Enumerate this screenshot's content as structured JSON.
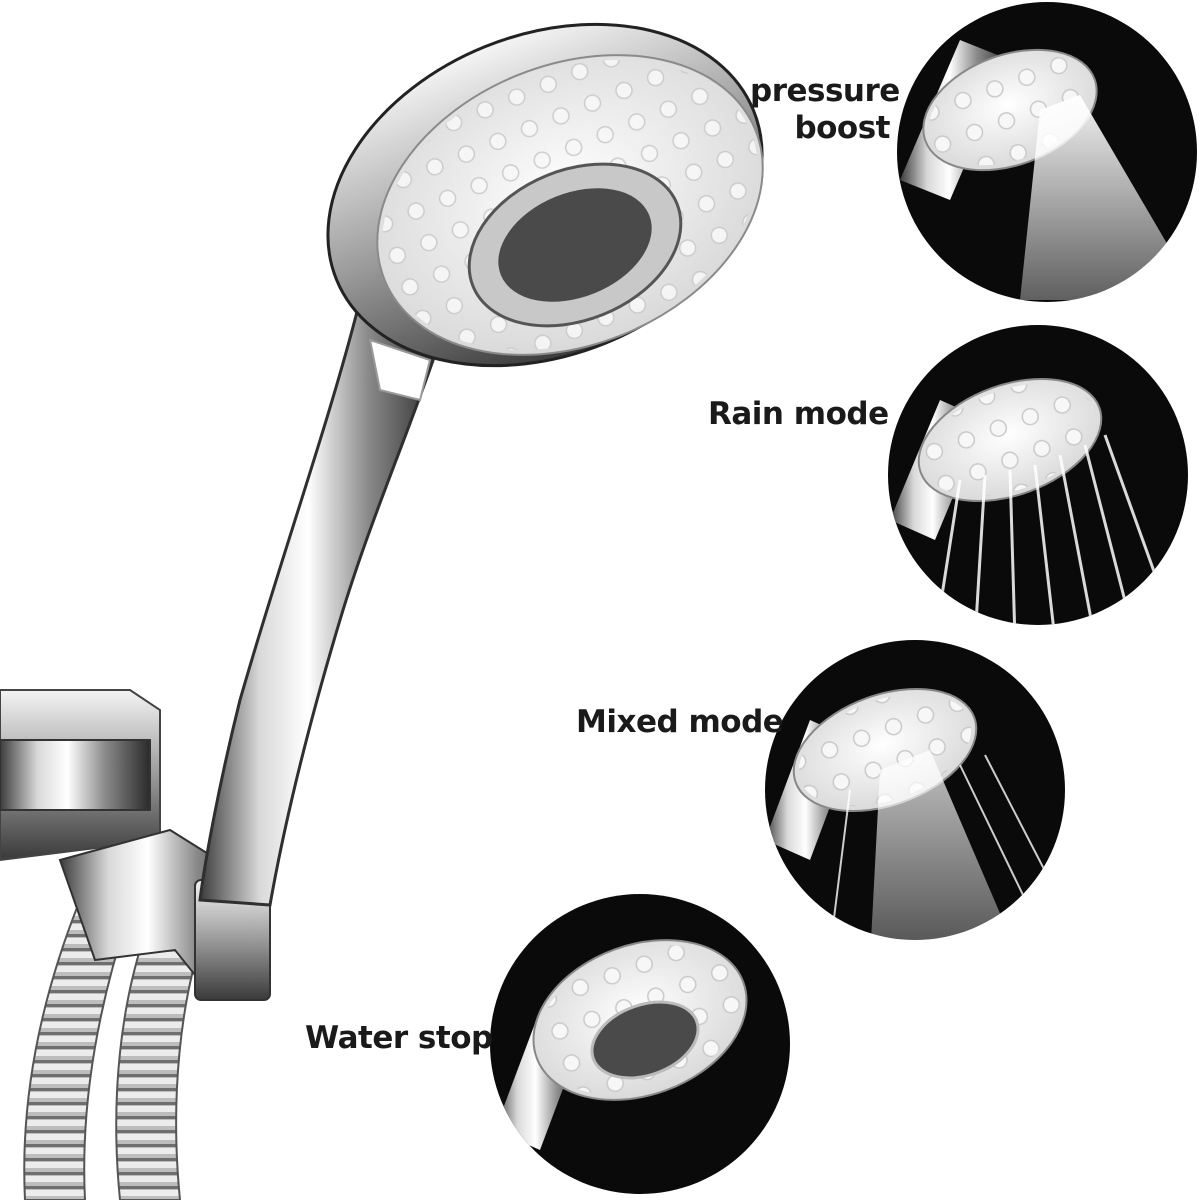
{
  "modes": [
    {
      "id": "pressure",
      "label_lines": [
        "pressure",
        "boost"
      ]
    },
    {
      "id": "rain",
      "label_lines": [
        "Rain mode"
      ]
    },
    {
      "id": "mixed",
      "label_lines": [
        "Mixed mode"
      ]
    },
    {
      "id": "stop",
      "label_lines": [
        "Water stop"
      ]
    }
  ],
  "colors": {
    "background": "#ffffff",
    "chrome_light": "#f2f2f2",
    "chrome_dark": "#4a4a4a",
    "spray_face": "#e8e8e8",
    "circle_bg": "#0a0a0a",
    "label_text": "#1a1a1a"
  }
}
